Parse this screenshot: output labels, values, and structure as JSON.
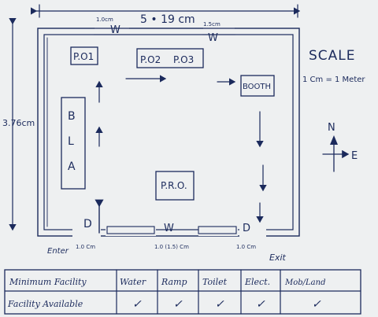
{
  "plan": {
    "width_label": "5 • 19 cm",
    "height_label": "3.76cm",
    "scale_title": "SCALE",
    "scale_value": "1 Cm = 1 Meter",
    "north": "N",
    "east": "E",
    "rooms": {
      "po1": "P.O1",
      "po2": "P.O2",
      "po3": "P.O3",
      "booth": "BOOTH",
      "pro": "P.R.O.",
      "bla": [
        "B",
        "L",
        "A"
      ]
    },
    "openings": {
      "window_top_left": "W",
      "window_top_right": "W",
      "window_bottom": "W",
      "door_left": "D",
      "door_right": "D",
      "win_top_left_dim": "1.0cm",
      "win_top_right_dim": "1.5cm",
      "door_left_dim": "1.0 Cm",
      "win_bottom_dim": "1.0 (1.5) Cm",
      "door_right_dim": "1.0 Cm"
    },
    "entry_label": "Enter",
    "exit_label": "Exit"
  },
  "facility_table": {
    "row_header_1": "Minimum Facility",
    "row_header_2": "Facility Available",
    "columns": [
      "Water",
      "Ramp",
      "Toilet",
      "Elect.",
      "Mob/Land"
    ],
    "marks": [
      "✓",
      "✓",
      "✓",
      "✓",
      "✓"
    ]
  },
  "colors": {
    "ink": "#1b2a5c",
    "paper": "#eef0f1"
  }
}
